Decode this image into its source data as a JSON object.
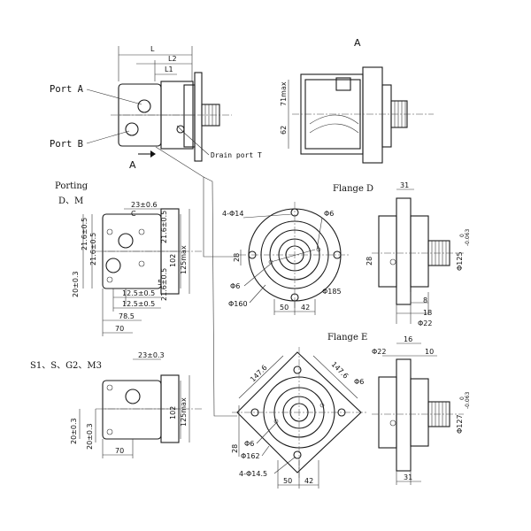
{
  "labels": {
    "port_a": "Port A",
    "port_b": "Port B",
    "drain": "Drain port T",
    "view_a": "A",
    "arrow_a": "A",
    "porting_title": "Porting",
    "porting_sub": "D、M",
    "flange_d": "Flange D",
    "flange_e": "Flange E",
    "group2": "S1、S、G2、M3"
  },
  "dims": {
    "L": "L",
    "L2": "L2",
    "L1": "L1",
    "max71": "71max",
    "d62": "62",
    "d23a": "23±0.6",
    "C": "C",
    "d216a": "21.6±0.5",
    "d216b": "21.6±0.5",
    "d216c": "21.6±0.5",
    "d216d": "21.6±0.5",
    "d102a": "102",
    "d125a": "125max",
    "d20a": "20±0.3",
    "d5": "5",
    "d125b": "12.5±0.5",
    "d125c": "12.5±0.5",
    "d785": "78.5",
    "d70a": "70",
    "d4phi14": "4-Φ14",
    "phi6a": "Φ6",
    "d28a": "28",
    "phi6b": "Φ6",
    "phi185": "Φ185",
    "phi160": "Φ160",
    "d50a": "50",
    "d42a": "42",
    "d31a": "31",
    "d28b": "28",
    "phi125": "Φ125",
    "tol125": "-0.063",
    "tol125b": "0",
    "d8": "8",
    "d18": "18",
    "phi22a": "Φ22",
    "d233": "23±0.3",
    "d102b": "102",
    "d125max2": "125max",
    "d20b": "20±0.3",
    "d70b": "70",
    "d1476a": "147.6",
    "d1476b": "147.6",
    "phi6c": "Φ6",
    "d28c": "28",
    "phi6d": "Φ6",
    "phi162": "Φ162",
    "d4phi145": "4-Φ14.5",
    "d50b": "50",
    "d42b": "42",
    "phi22b": "Φ22",
    "d16": "16",
    "d10": "10",
    "phi127": "Φ127",
    "tol127": "-0.063",
    "tol127b": "0",
    "d31b": "31"
  }
}
